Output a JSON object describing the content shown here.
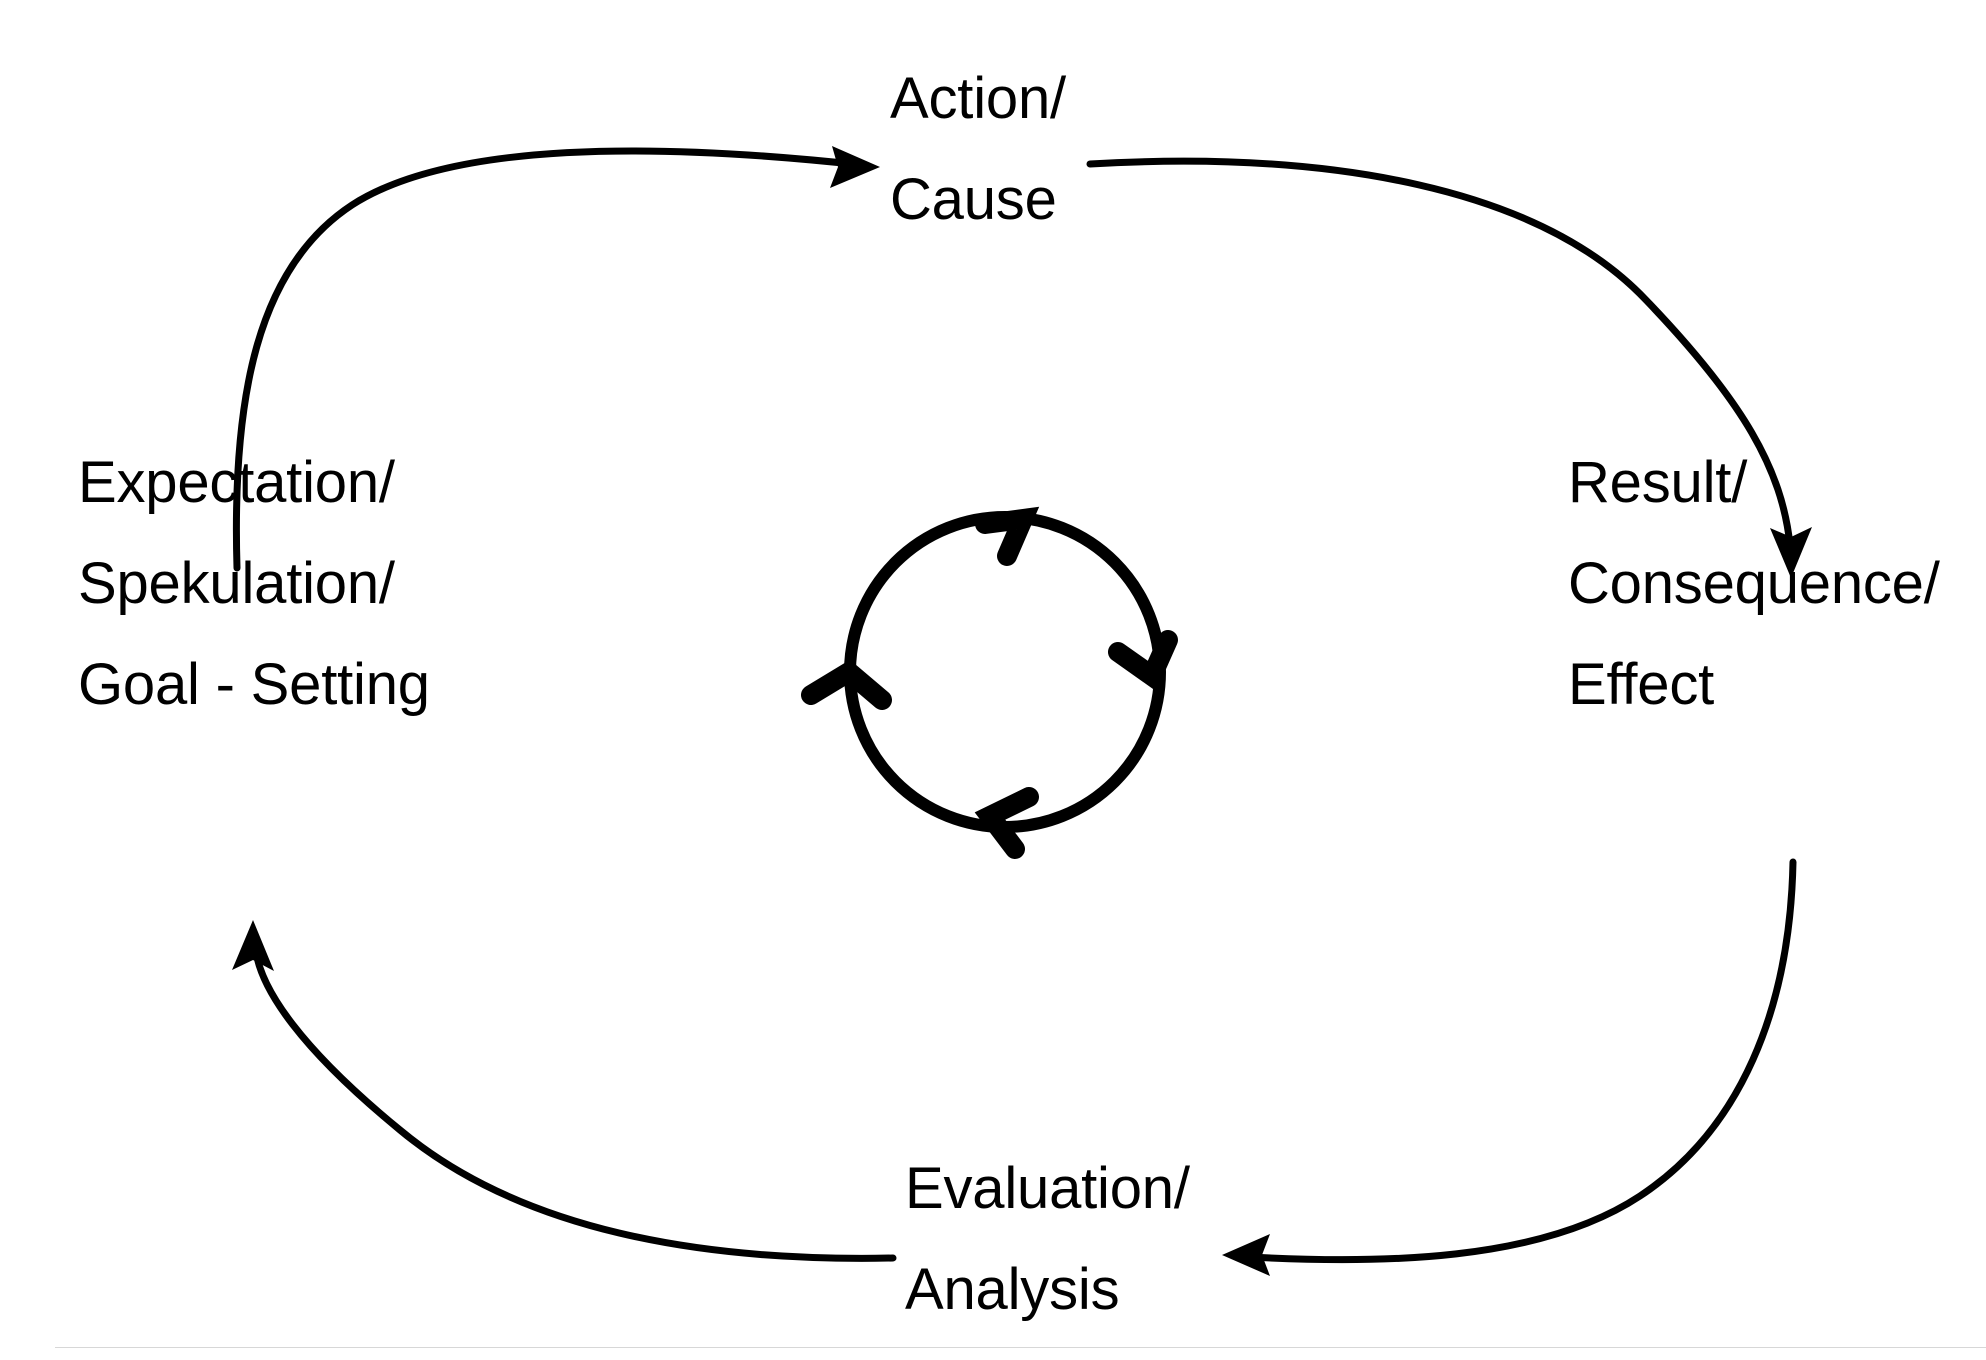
{
  "diagram": {
    "title": "Action-Result-Evaluation-Expectation feedback cycle",
    "type": "cycle",
    "direction": "clockwise",
    "stroke_color": "#000000",
    "background_color": "#ffffff",
    "rule_color": "#d7d7d7",
    "nodes": [
      {
        "id": "action-cause",
        "position": "top",
        "lines": [
          "Action/",
          "Cause"
        ]
      },
      {
        "id": "result-consequence-effect",
        "position": "right",
        "lines": [
          "Result/",
          "Consequence/",
          "Effect"
        ]
      },
      {
        "id": "evaluation-analysis",
        "position": "bottom",
        "lines": [
          "Evaluation/",
          "Analysis"
        ]
      },
      {
        "id": "expectation-spekulation-goal",
        "position": "left",
        "lines": [
          "Expectation/",
          "Spekulation/",
          "Goal - Setting"
        ]
      }
    ],
    "connectors": [
      {
        "id": "expectation-to-action",
        "from": "expectation-spekulation-goal",
        "to": "action-cause",
        "arrowhead": "right"
      },
      {
        "id": "action-to-result",
        "from": "action-cause",
        "to": "result-consequence-effect",
        "arrowhead": "down"
      },
      {
        "id": "result-to-evaluation",
        "from": "result-consequence-effect",
        "to": "evaluation-analysis",
        "arrowhead": "left"
      },
      {
        "id": "evaluation-to-expectation",
        "from": "evaluation-analysis",
        "to": "expectation-spekulation-goal",
        "arrowhead": "up"
      }
    ],
    "center_icon": {
      "name": "clockwise-cycle-icon",
      "arrow_count": 4,
      "direction": "clockwise"
    }
  }
}
